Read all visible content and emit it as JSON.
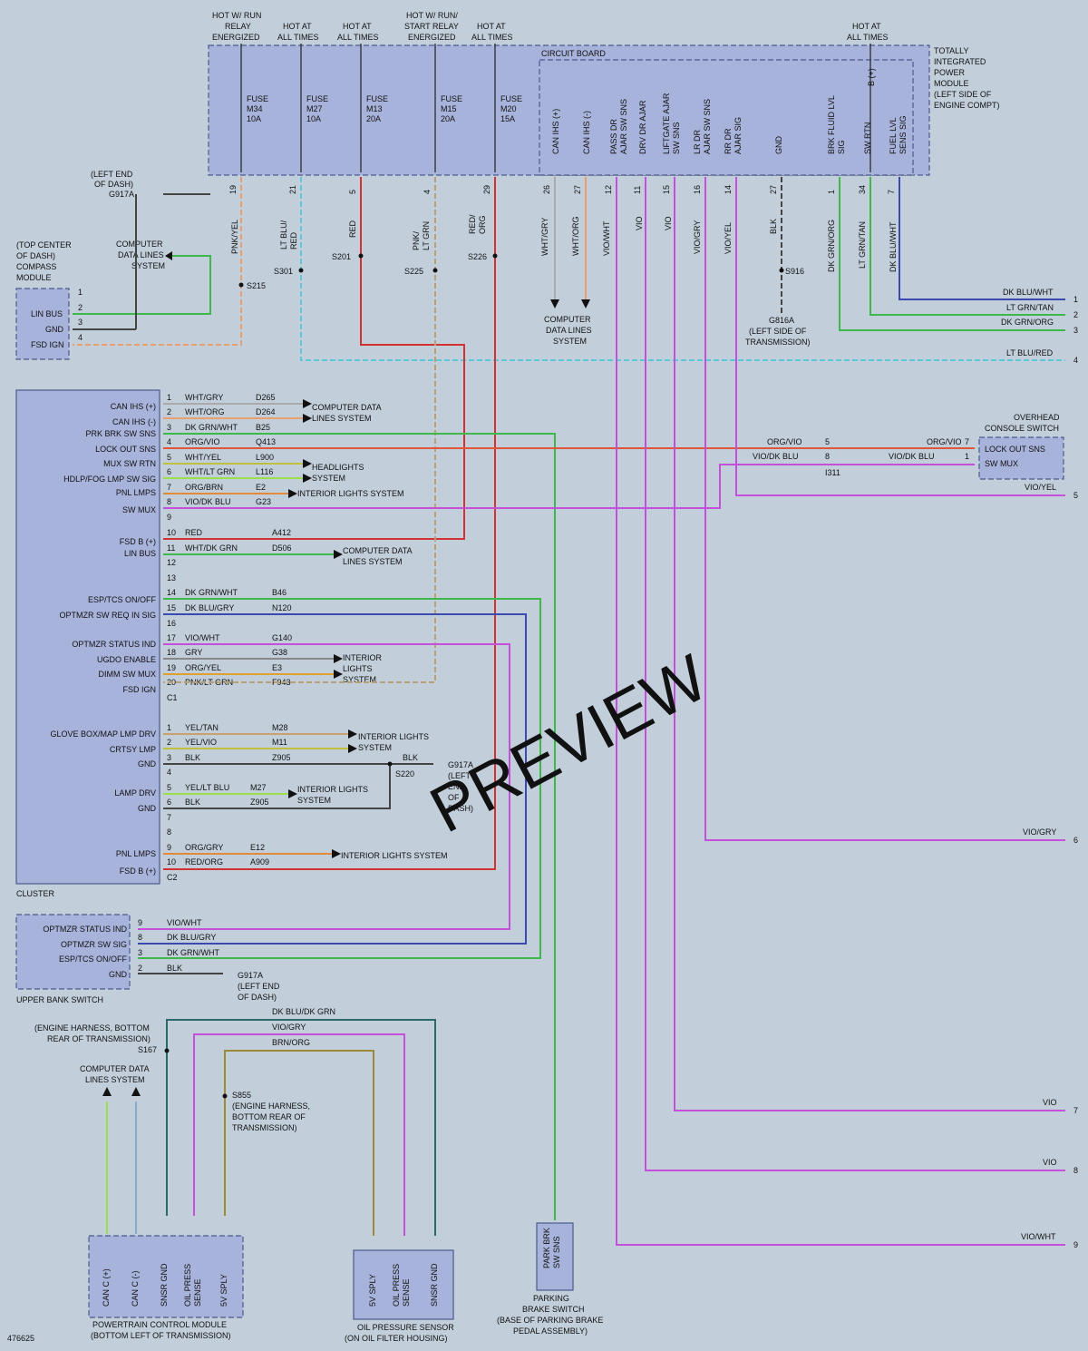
{
  "colors": {
    "bg": "#c2cfdb",
    "box": "#a8b3db",
    "pink": "#e89a9a",
    "red": "#d23232",
    "cyan": "#5ec8d8",
    "green": "#3db84a",
    "lime": "#9be04a",
    "olive": "#9b8a3a",
    "violet": "#c250d8",
    "blue": "#3a4ab0",
    "orange": "#e08a3a",
    "tan": "#c9a070",
    "gray": "#888888",
    "navy": "#2a3a7a"
  },
  "watermark": "PREVIEW",
  "doc_id": "476625",
  "tipm": {
    "name": "TOTALLY INTEGRATED POWER MODULE (LEFT SIDE OF ENGINE COMPT)",
    "circuit_board": "CIRCUIT BOARD",
    "hot_labels": [
      "HOT W/ RUN RELAY ENERGIZED",
      "HOT AT ALL TIMES",
      "HOT AT ALL TIMES",
      "HOT W/ RUN/ START RELAY ENERGIZED",
      "HOT AT ALL TIMES",
      "HOT AT ALL TIMES"
    ],
    "fuses": [
      {
        "id": "M34",
        "amp": "10A"
      },
      {
        "id": "M27",
        "amp": "10A"
      },
      {
        "id": "M13",
        "amp": "20A"
      },
      {
        "id": "M15",
        "amp": "20A"
      },
      {
        "id": "M20",
        "amp": "15A"
      }
    ],
    "fuse_label": "FUSE",
    "pins": [
      "CAN IHS (+)",
      "CAN IHS (-)",
      "PASS DR AJAR SW SNS",
      "DRV DR AJAR",
      "LIFTGATE AJAR SW SNS",
      "LR DR AJAR SW SNS",
      "RR DR AJAR SIG",
      "GND",
      "BRK FLUID LVL SIG",
      "SW RTN",
      "FUEL LVL SENS SIG"
    ],
    "b_plus": "B (+)"
  },
  "modules": {
    "compass": "(TOP CENTER OF DASH) COMPASS MODULE",
    "compass_pins": [
      "LIN BUS",
      "GND",
      "FSD IGN"
    ],
    "cluster": "CLUSTER",
    "cluster_pins_c1": [
      "CAN IHS (+)",
      "CAN IHS (-)",
      "PRK BRK SW SNS",
      "LOCK OUT SNS",
      "MUX SW RTN",
      "HDLP/FOG LMP SW SIG",
      "PNL LMPS",
      "SW MUX",
      "FSD B (+)",
      "LIN BUS",
      "ESP/TCS ON/OFF",
      "OPTMZR SW REQ IN SIG",
      "OPTMZR STATUS IND",
      "UGDO ENABLE",
      "DIMM SW MUX",
      "FSD IGN"
    ],
    "cluster_pins_c2": [
      "GLOVE BOX/MAP LMP DRV",
      "CRTSY LMP",
      "GND",
      "LAMP DRV",
      "GND",
      "PNL LMPS",
      "FSD B (+)"
    ],
    "upper_bank": "UPPER BANK SWITCH",
    "upper_bank_pins": [
      "OPTMZR STATUS IND",
      "OPTMZR SW SIG",
      "ESP/TCS ON/OFF",
      "GND"
    ],
    "overhead": "OVERHEAD CONSOLE SWITCH",
    "overhead_pins": [
      "LOCK OUT SNS",
      "SW MUX"
    ],
    "pcm": "POWERTRAIN CONTROL MODULE (BOTTOM LEFT OF TRANSMISSION)",
    "pcm_pins": [
      "CAN C (+)",
      "CAN C (-)",
      "SNSR GND",
      "OIL PRESS SENSE",
      "5V SPLY"
    ],
    "oil_sensor": "OIL PRESSURE SENSOR (ON OIL FILTER HOUSING)",
    "oil_pins": [
      "5V SPLY",
      "OIL PRESS SENSE",
      "SNSR GND"
    ],
    "park_brake": "PARKING BRAKE SWITCH (BASE OF PARKING BRAKE PEDAL ASSEMBLY)",
    "park_pin": "PARK BRK SW SNS"
  },
  "refs": {
    "computer_data": "COMPUTER DATA LINES SYSTEM",
    "headlights": "HEADLIGHTS SYSTEM",
    "interior": "INTERIOR LIGHTS SYSTEM",
    "g917a": "G917A (LEFT END OF DASH)",
    "g816a": "G816A (LEFT SIDE OF TRANSMISSION)",
    "eng_harness": "(ENGINE HARNESS, BOTTOM REAR OF TRANSMISSION)",
    "s855": "S855 (ENGINE HARNESS, BOTTOM REAR OF TRANSMISSION)"
  },
  "right_edge": [
    {
      "n": "1",
      "label": "DK BLU/WHT"
    },
    {
      "n": "2",
      "label": "LT GRN/TAN"
    },
    {
      "n": "3",
      "label": "DK GRN/ORG"
    },
    {
      "n": "4",
      "label": "LT BLU/RED"
    },
    {
      "n": "5",
      "label": "VIO/YEL"
    },
    {
      "n": "6",
      "label": "VIO/GRY"
    },
    {
      "n": "7",
      "label": "VIO"
    },
    {
      "n": "8",
      "label": "VIO"
    },
    {
      "n": "9",
      "label": "VIO/WHT"
    }
  ],
  "cluster_wires": [
    {
      "pin": "1",
      "color": "WHT/GRY",
      "ckt": "D265"
    },
    {
      "pin": "2",
      "color": "WHT/ORG",
      "ckt": "D264"
    },
    {
      "pin": "3",
      "color": "DK GRN/WHT",
      "ckt": "B25"
    },
    {
      "pin": "4",
      "color": "ORG/VIO",
      "ckt": "Q413"
    },
    {
      "pin": "5",
      "color": "WHT/YEL",
      "ckt": "L900"
    },
    {
      "pin": "6",
      "color": "WHT/LT GRN",
      "ckt": "L116"
    },
    {
      "pin": "7",
      "color": "ORG/BRN",
      "ckt": "E2"
    },
    {
      "pin": "8",
      "color": "VIO/DK BLU",
      "ckt": "G23"
    },
    {
      "pin": "10",
      "color": "RED",
      "ckt": "A412"
    },
    {
      "pin": "11",
      "color": "WHT/DK GRN",
      "ckt": "D506"
    },
    {
      "pin": "14",
      "color": "DK GRN/WHT",
      "ckt": "B46"
    },
    {
      "pin": "15",
      "color": "DK BLU/GRY",
      "ckt": "N120"
    },
    {
      "pin": "17",
      "color": "VIO/WHT",
      "ckt": "G140"
    },
    {
      "pin": "18",
      "color": "GRY",
      "ckt": "G38"
    },
    {
      "pin": "19",
      "color": "ORG/YEL",
      "ckt": "E3"
    },
    {
      "pin": "20",
      "color": "PNK/LT GRN",
      "ckt": "F943"
    }
  ],
  "cluster_c2_wires": [
    {
      "pin": "1",
      "color": "YEL/TAN",
      "ckt": "M28"
    },
    {
      "pin": "2",
      "color": "YEL/VIO",
      "ckt": "M11"
    },
    {
      "pin": "3",
      "color": "BLK",
      "ckt": "Z905"
    },
    {
      "pin": "5",
      "color": "YEL/LT BLU",
      "ckt": "M27"
    },
    {
      "pin": "6",
      "color": "BLK",
      "ckt": "Z905"
    },
    {
      "pin": "9",
      "color": "ORG/GRY",
      "ckt": "E12"
    },
    {
      "pin": "10",
      "color": "RED/ORG",
      "ckt": "A909"
    }
  ]
}
